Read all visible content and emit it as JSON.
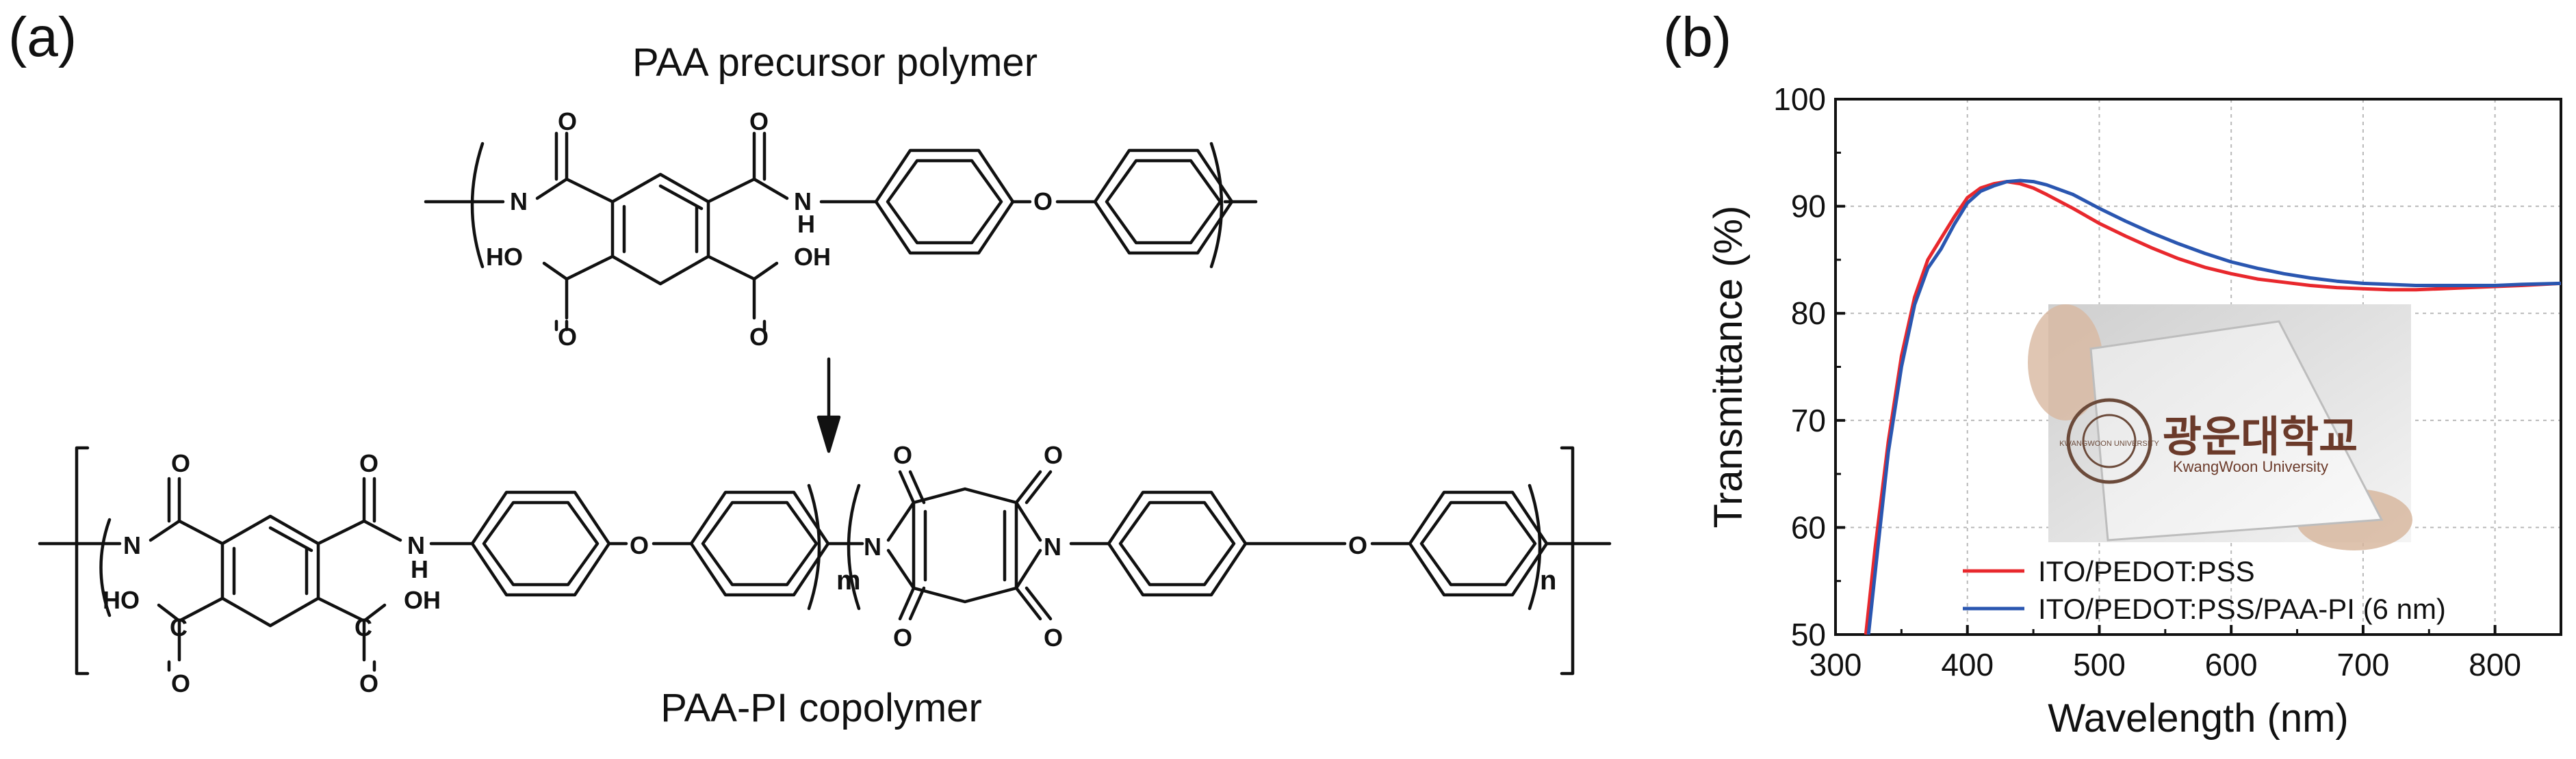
{
  "panel_a": {
    "label": "(a)",
    "precursor_caption": "PAA precursor polymer",
    "copolymer_caption": "PAA-PI copolymer",
    "atoms": {
      "O": "O",
      "N": "N",
      "H": "H",
      "HO": "HO",
      "OH": "OH",
      "C": "C",
      "m": "m",
      "n": "n"
    }
  },
  "panel_b": {
    "label": "(b)",
    "inset": {
      "korean_text": "광운대학교",
      "english_text": "KwangWoon University",
      "seal_text": "KWANGWOON UNIVERSITY"
    }
  },
  "chart_data": {
    "type": "line",
    "xlabel": "Wavelength (nm)",
    "ylabel": "Transmittance (%)",
    "xlim": [
      300,
      850
    ],
    "ylim": [
      50,
      100
    ],
    "xticks": [
      300,
      400,
      500,
      600,
      700,
      800
    ],
    "yticks": [
      50,
      60,
      70,
      80,
      90,
      100
    ],
    "grid": true,
    "legend_position": "bottom-center",
    "series": [
      {
        "name": "ITO/PEDOT:PSS",
        "color": "#e8282d",
        "x": [
          323,
          330,
          340,
          350,
          360,
          370,
          380,
          390,
          400,
          410,
          420,
          430,
          440,
          450,
          460,
          480,
          500,
          520,
          540,
          560,
          580,
          600,
          620,
          640,
          660,
          680,
          700,
          720,
          740,
          760,
          780,
          800,
          820,
          850
        ],
        "y": [
          50,
          58,
          68,
          76,
          81.5,
          85,
          87,
          89,
          90.8,
          91.7,
          92.1,
          92.3,
          92.1,
          91.7,
          91.1,
          89.8,
          88.4,
          87.2,
          86.1,
          85.1,
          84.3,
          83.7,
          83.2,
          82.9,
          82.6,
          82.4,
          82.3,
          82.2,
          82.2,
          82.3,
          82.4,
          82.5,
          82.6,
          82.8
        ]
      },
      {
        "name": "ITO/PEDOT:PSS/PAA-PI (6 nm)",
        "color": "#2a56b0",
        "x": [
          325,
          332,
          340,
          350,
          360,
          370,
          380,
          390,
          400,
          410,
          420,
          430,
          440,
          450,
          460,
          480,
          500,
          520,
          540,
          560,
          580,
          600,
          620,
          640,
          660,
          680,
          700,
          720,
          740,
          760,
          780,
          800,
          820,
          850
        ],
        "y": [
          50,
          58,
          67,
          75,
          80.8,
          84.2,
          86,
          88.3,
          90.3,
          91.4,
          91.9,
          92.3,
          92.4,
          92.3,
          92,
          91.1,
          89.8,
          88.6,
          87.5,
          86.5,
          85.6,
          84.8,
          84.2,
          83.7,
          83.3,
          83,
          82.8,
          82.7,
          82.6,
          82.6,
          82.6,
          82.6,
          82.7,
          82.8
        ]
      }
    ]
  }
}
